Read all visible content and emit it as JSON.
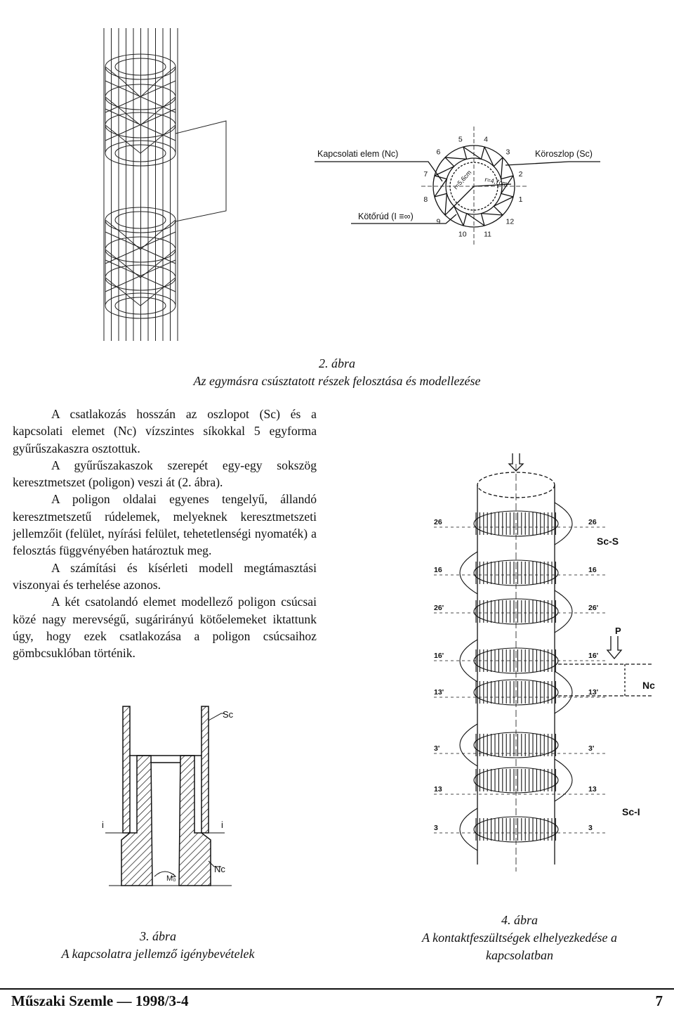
{
  "figure2": {
    "labels": {
      "nc": "Kapcsolati elem (Nc)",
      "sc": "Köroszlop (Sc)",
      "rod": "Kötőrúd (I ≡∞)",
      "r_outer": "r=5,6cm",
      "r_inner": "r=4,7cm",
      "numbers": [
        "1",
        "2",
        "3",
        "4",
        "5",
        "6",
        "7",
        "8",
        "9",
        "10",
        "11",
        "12"
      ]
    },
    "caption_num": "2. ábra",
    "caption_text": "Az egymásra csúsztatott részek felosztása és modellezése"
  },
  "body": {
    "paragraphs": [
      "A csatlakozás hosszán az oszlopot (Sc) és a kapcsolati elemet (Nc) vízszintes síkokkal 5 egyforma gyűrűszakaszra osztottuk.",
      "A gyűrűszakaszok szerepét egy-egy sokszög keresztmetszet (poligon) veszi át (2. ábra).",
      "A poligon oldalai egyenes tengelyű, állandó keresztmetszetű rúdelemek, melyeknek keresztmetszeti jellemzőit (felület, nyírási felület, tehetetlenségi nyomaték) a felosztás függvényében határoztuk meg.",
      "A számítási és kísérleti modell megtámasztási viszonyai és terhelése azonos.",
      "A két csatolandó elemet modellező poligon csúcsai közé nagy merevségű, sugárirányú kötőelemeket iktattunk úgy, hogy ezek csatlakozása a poligon csúcsaihoz gömbcsuklóban történik."
    ]
  },
  "figure3": {
    "labels": {
      "sc": "Sc",
      "nc": "Nc",
      "i_left": "i",
      "i_right": "i",
      "moment": "M₀"
    },
    "caption_num": "3. ábra",
    "caption_text": "A kapcsolatra jellemző igénybevételek"
  },
  "figure4": {
    "labels": {
      "sc_s": "Sc-S",
      "sc_i": "Sc-I",
      "nc": "Nc",
      "p": "P",
      "left_levels": [
        "26",
        "16",
        "26'",
        "16'",
        "13'",
        "3'",
        "13",
        "3"
      ],
      "right_levels": [
        "26",
        "16",
        "26'",
        "16'",
        "13'",
        "3'",
        "13",
        "3"
      ]
    },
    "caption_num": "4. ábra",
    "caption_text": "A kontaktfeszültségek elhelyezkedése a kapcsolatban"
  },
  "footer": {
    "journal": "Műszaki Szemle — 1998/3-4",
    "page": "7"
  }
}
